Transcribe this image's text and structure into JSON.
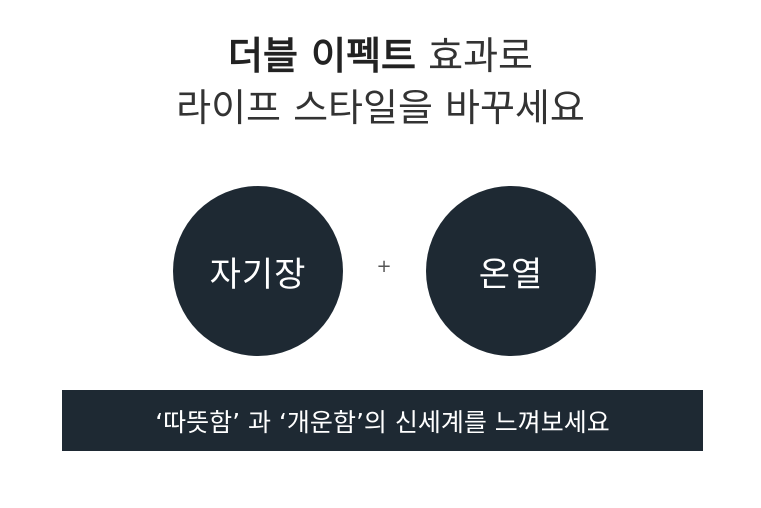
{
  "headline": {
    "line1_bold": "더블 이펙트",
    "line1_light": "효과로",
    "line2": "라이프 스타일을 바꾸세요"
  },
  "features": {
    "left": "자기장",
    "plus": "+",
    "right": "온열"
  },
  "banner": {
    "text": "‘따뜻함’ 과 ‘개운함’의 신세계를 느껴보세요"
  },
  "colors": {
    "circle": "#1e2933",
    "banner": "#1e2933",
    "text_dark": "#222222",
    "text_light": "#ffffff"
  }
}
